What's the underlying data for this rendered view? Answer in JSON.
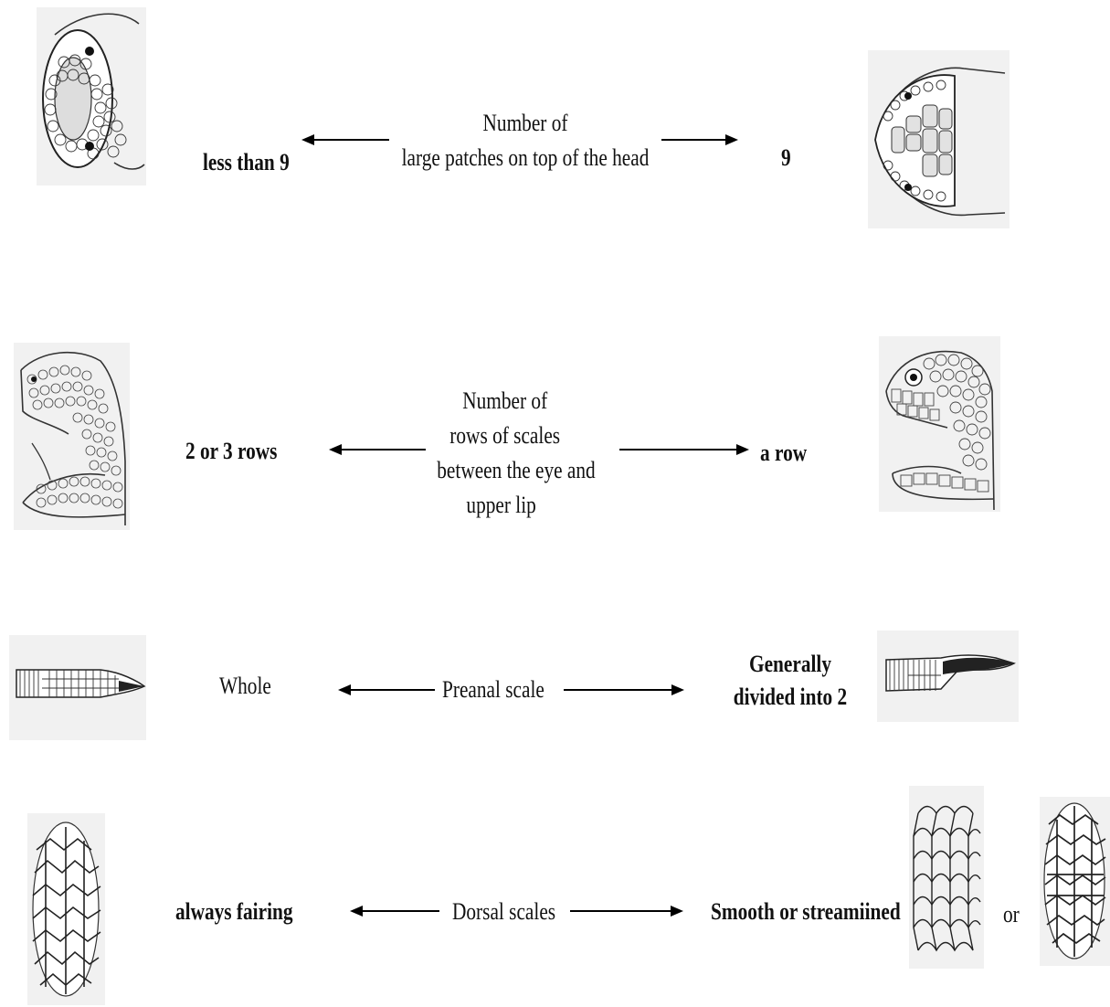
{
  "rows": [
    {
      "left_result": "less than 9",
      "criterion_lines": [
        "Number of",
        "large patches on top of the head"
      ],
      "right_result": "9",
      "left_image": "snake-head-top-small-patches",
      "right_image": "snake-head-top-nine-plates"
    },
    {
      "left_result": "2 or 3 rows",
      "criterion_lines": [
        "Number of",
        "rows of scales",
        "between the eye and",
        "upper lip"
      ],
      "right_result": "a row",
      "left_image": "snake-head-side-many-rows",
      "right_image": "snake-head-side-one-row"
    },
    {
      "left_result": "Whole",
      "criterion": "Preanal scale",
      "right_result_lines": [
        "Generally",
        "divided into 2"
      ],
      "left_image": "snake-tail-whole-preanal",
      "right_image": "snake-tail-divided-preanal"
    },
    {
      "left_result": "always fairing",
      "criterion": "Dorsal scales",
      "right_result": "Smooth or streamiined",
      "connector": "or",
      "left_image": "keeled-dorsal-scales",
      "right_image": "smooth-dorsal-scales",
      "right_image_alt": "keeled-dorsal-scales-alt"
    }
  ]
}
